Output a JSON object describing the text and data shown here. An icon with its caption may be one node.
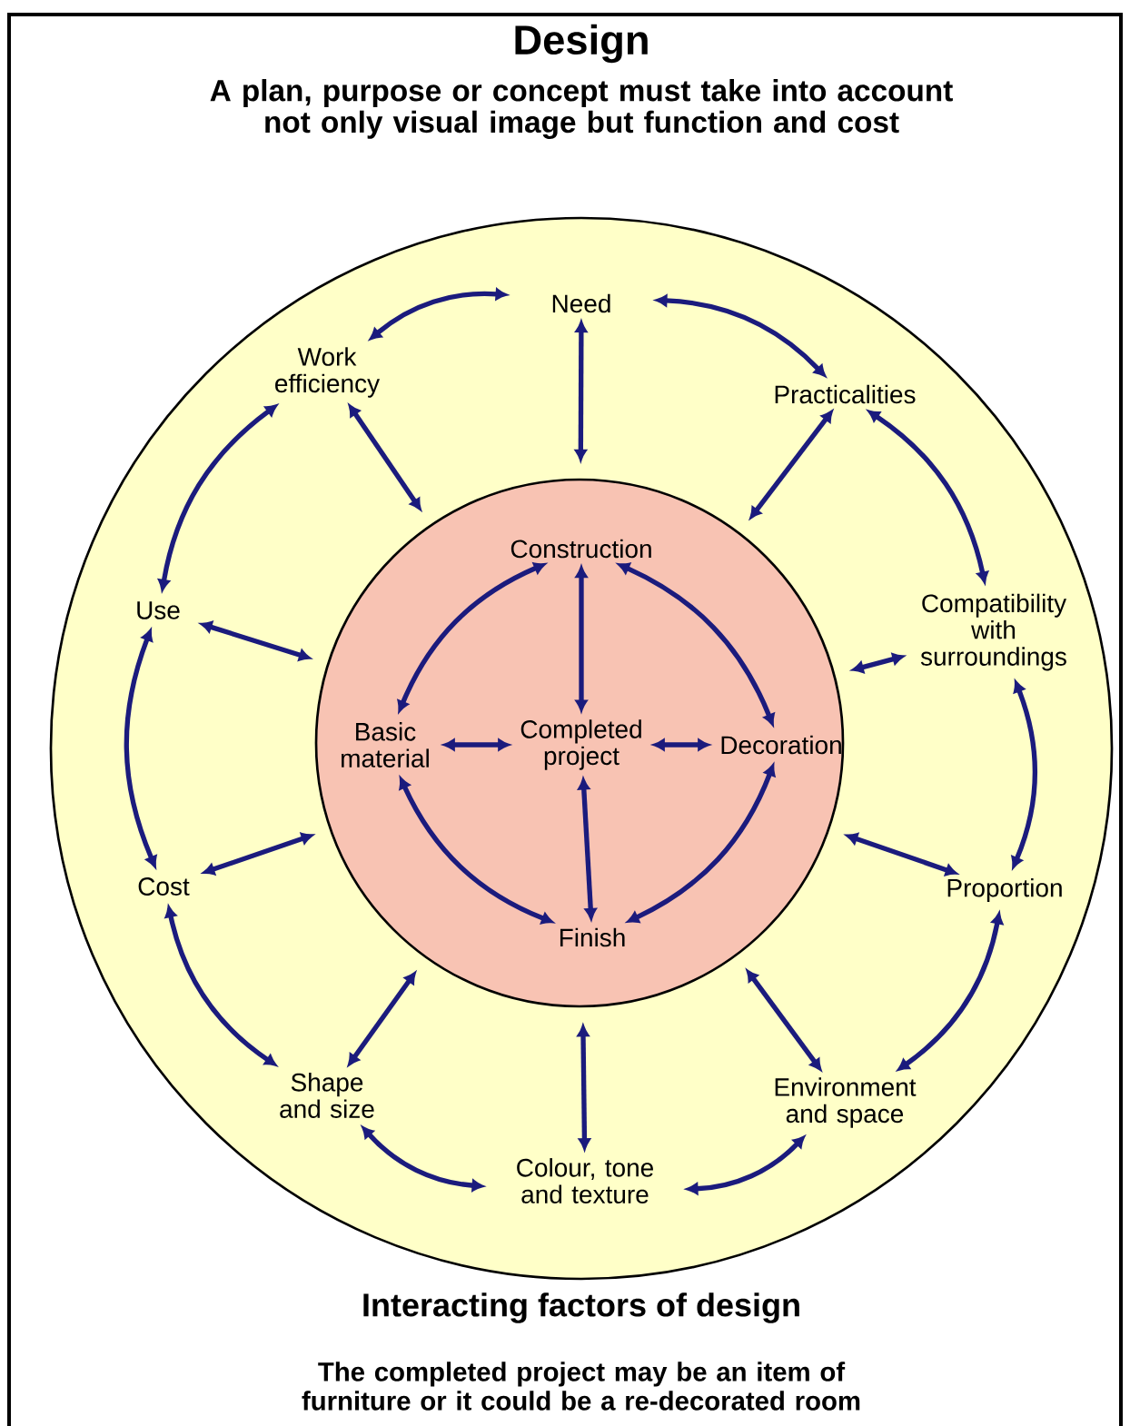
{
  "diagram": {
    "title": "Design",
    "caption": "Interacting factors of design",
    "nodes": [
      {
        "text": [],
        "shape": "circle"
      },
      {
        "text": [],
        "shape": "circle",
        "in": 0
      },
      {
        "text": [
          "Need"
        ],
        "in": 0
      },
      {
        "text": [
          "Work efficiency"
        ],
        "in": 0
      },
      {
        "text": [
          "Practicalities"
        ],
        "in": 0
      },
      {
        "text": [
          "Use"
        ],
        "in": 0
      },
      {
        "text": [
          "Compatibility with surroundings"
        ],
        "in": 0
      },
      {
        "text": [
          "Cost"
        ],
        "in": 0
      },
      {
        "text": [
          "Proportion"
        ],
        "in": 0
      },
      {
        "text": [
          "Shape and size"
        ],
        "in": 0
      },
      {
        "text": [
          "Environment and space"
        ],
        "in": 0
      },
      {
        "text": [
          "Colour, tone and texture"
        ],
        "in": 0
      },
      {
        "text": [
          "Construction"
        ],
        "in": 1
      },
      {
        "text": [
          "Basic material"
        ],
        "in": 1
      },
      {
        "text": [
          "Completed project"
        ],
        "in": 1
      },
      {
        "text": [
          "Decoration"
        ],
        "in": 1
      },
      {
        "text": [
          "Finish"
        ],
        "in": 1
      }
    ],
    "edges": [
      {
        "from": 2,
        "to": 4,
        "arrow": "both"
      },
      {
        "from": 4,
        "to": 6,
        "arrow": "both"
      },
      {
        "from": 6,
        "to": 8,
        "arrow": "both"
      },
      {
        "from": 8,
        "to": 10,
        "arrow": "both"
      },
      {
        "from": 10,
        "to": 11,
        "arrow": "both"
      },
      {
        "from": 11,
        "to": 9,
        "arrow": "both"
      },
      {
        "from": 9,
        "to": 7,
        "arrow": "both"
      },
      {
        "from": 7,
        "to": 5,
        "arrow": "both"
      },
      {
        "from": 5,
        "to": 3,
        "arrow": "both"
      },
      {
        "from": 3,
        "to": 2,
        "arrow": "both"
      },
      {
        "from": 2,
        "to": 1,
        "arrow": "both"
      },
      {
        "from": 3,
        "to": 1,
        "arrow": "both"
      },
      {
        "from": 4,
        "to": 1,
        "arrow": "both"
      },
      {
        "from": 5,
        "to": 1,
        "arrow": "both"
      },
      {
        "from": 6,
        "to": 1,
        "arrow": "both"
      },
      {
        "from": 7,
        "to": 1,
        "arrow": "both"
      },
      {
        "from": 8,
        "to": 1,
        "arrow": "both"
      },
      {
        "from": 9,
        "to": 1,
        "arrow": "both"
      },
      {
        "from": 10,
        "to": 1,
        "arrow": "both"
      },
      {
        "from": 11,
        "to": 1,
        "arrow": "both"
      },
      {
        "from": 12,
        "to": 15,
        "arrow": "both"
      },
      {
        "from": 15,
        "to": 16,
        "arrow": "both"
      },
      {
        "from": 16,
        "to": 13,
        "arrow": "both"
      },
      {
        "from": 13,
        "to": 12,
        "arrow": "both"
      },
      {
        "from": 12,
        "to": 14,
        "arrow": "both"
      },
      {
        "from": 14,
        "to": 16,
        "arrow": "both"
      },
      {
        "from": 13,
        "to": 14,
        "arrow": "both"
      },
      {
        "from": 14,
        "to": 15,
        "arrow": "both"
      }
    ],
    "labels": [
      "A plan, purpose or concept must take into account not only visual image but function and cost",
      "The completed project may be an item of furniture or it could be a re-decorated room"
    ]
  }
}
